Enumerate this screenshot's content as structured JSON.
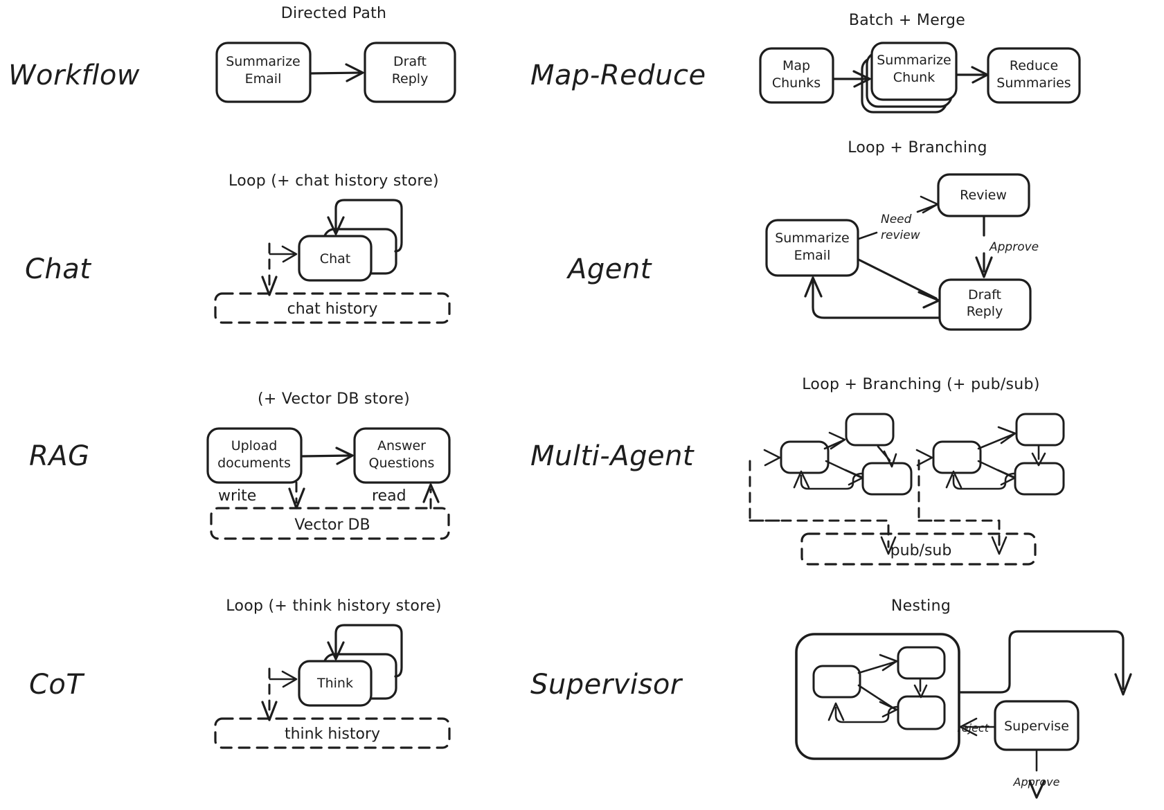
{
  "page": {
    "background": "#ffffff",
    "ink": "#1d1d1d",
    "title_hidden": ""
  },
  "rows": [
    {
      "id": "workflow",
      "label": "Workflow",
      "caption": "Directed Path",
      "nodes": [
        {
          "id": "wf-n1",
          "lines": [
            "Summarize",
            "Email"
          ]
        },
        {
          "id": "wf-n2",
          "lines": [
            "Draft",
            "Reply"
          ]
        }
      ],
      "edges": [
        {
          "from": "wf-n1",
          "to": "wf-n2",
          "label": ""
        }
      ],
      "stores": []
    },
    {
      "id": "map-reduce",
      "label": "Map-Reduce",
      "caption": "Batch + Merge",
      "nodes": [
        {
          "id": "mr-n1",
          "lines": [
            "Map",
            "Chunks"
          ]
        },
        {
          "id": "mr-n2",
          "lines": [
            "Summarize",
            "Chunk"
          ],
          "stacked": true
        },
        {
          "id": "mr-n3",
          "lines": [
            "Reduce",
            "Summaries"
          ]
        }
      ],
      "edges": [
        {
          "from": "mr-n1",
          "to": "mr-n2",
          "label": ""
        },
        {
          "from": "mr-n2",
          "to": "mr-n3",
          "label": ""
        }
      ],
      "stores": []
    },
    {
      "id": "chat",
      "label": "Chat",
      "caption": "Loop (+ chat history store)",
      "nodes": [
        {
          "id": "chat-n1",
          "lines": [
            "Chat"
          ],
          "stacked": true
        }
      ],
      "edges": [
        {
          "from": "chat-n1",
          "to": "chat-n1",
          "label": ""
        }
      ],
      "stores": [
        {
          "id": "chat-store",
          "label": "chat history"
        }
      ]
    },
    {
      "id": "agent",
      "label": "Agent",
      "caption": "Loop + Branching",
      "nodes": [
        {
          "id": "ag-n1",
          "lines": [
            "Summarize",
            "Email"
          ]
        },
        {
          "id": "ag-n2",
          "lines": [
            "Review"
          ]
        },
        {
          "id": "ag-n3",
          "lines": [
            "Draft",
            "Reply"
          ]
        }
      ],
      "edges": [
        {
          "from": "ag-n1",
          "to": "ag-n2",
          "label": "Need review"
        },
        {
          "from": "ag-n2",
          "to": "ag-n3",
          "label": "Approve"
        },
        {
          "from": "ag-n1",
          "to": "ag-n3",
          "label": ""
        },
        {
          "from": "ag-n3",
          "to": "ag-n1",
          "label": ""
        }
      ],
      "stores": []
    },
    {
      "id": "rag",
      "label": "RAG",
      "caption": "(+ Vector DB store)",
      "nodes": [
        {
          "id": "rag-n1",
          "lines": [
            "Upload",
            "documents"
          ]
        },
        {
          "id": "rag-n2",
          "lines": [
            "Answer",
            "Questions"
          ]
        }
      ],
      "edges": [
        {
          "from": "rag-n1",
          "to": "rag-n2",
          "label": ""
        },
        {
          "from": "rag-n1",
          "to": "rag-store",
          "label": "write"
        },
        {
          "from": "rag-store",
          "to": "rag-n2",
          "label": "read"
        }
      ],
      "stores": [
        {
          "id": "rag-store",
          "label": "Vector DB"
        }
      ]
    },
    {
      "id": "multi-agent",
      "label": "Multi-Agent",
      "caption": "Loop + Branching (+ pub/sub)",
      "nodes": [
        {
          "id": "ma-a1",
          "lines": []
        },
        {
          "id": "ma-a2",
          "lines": []
        },
        {
          "id": "ma-a3",
          "lines": []
        },
        {
          "id": "ma-b1",
          "lines": []
        },
        {
          "id": "ma-b2",
          "lines": []
        },
        {
          "id": "ma-b3",
          "lines": []
        }
      ],
      "edges": [],
      "stores": [
        {
          "id": "ma-store",
          "label": "pub/sub"
        }
      ]
    },
    {
      "id": "cot",
      "label": "CoT",
      "caption": "Loop (+ think history store)",
      "nodes": [
        {
          "id": "cot-n1",
          "lines": [
            "Think"
          ],
          "stacked": true
        }
      ],
      "edges": [
        {
          "from": "cot-n1",
          "to": "cot-n1",
          "label": ""
        }
      ],
      "stores": [
        {
          "id": "cot-store",
          "label": "think history"
        }
      ]
    },
    {
      "id": "supervisor",
      "label": "Supervisor",
      "caption": "Nesting",
      "nodes": [
        {
          "id": "sv-in1",
          "lines": []
        },
        {
          "id": "sv-in2",
          "lines": []
        },
        {
          "id": "sv-in3",
          "lines": []
        },
        {
          "id": "sv-n1",
          "lines": [
            "Supervise"
          ]
        }
      ],
      "edges": [
        {
          "from": "sv-group",
          "to": "sv-n1",
          "label": ""
        },
        {
          "from": "sv-n1",
          "to": "sv-group",
          "label": "reject"
        },
        {
          "from": "sv-n1",
          "to": "sv-out",
          "label": "Approve"
        }
      ],
      "stores": []
    }
  ],
  "labels": {
    "workflow": "Workflow",
    "map_reduce": "Map-Reduce",
    "chat": "Chat",
    "agent": "Agent",
    "rag": "RAG",
    "multi_agent": "Multi-Agent",
    "cot": "CoT",
    "supervisor": "Supervisor"
  },
  "captions": {
    "directed_path": "Directed Path",
    "batch_merge": "Batch + Merge",
    "loop_chat": "Loop (+ chat history store)",
    "loop_branching": "Loop + Branching",
    "vector_db": "(+ Vector DB store)",
    "loop_branching_pubsub": "Loop + Branching (+ pub/sub)",
    "loop_think": "Loop (+ think history store)",
    "nesting": "Nesting"
  },
  "nodes": {
    "summarize_email_a": [
      "Summarize",
      "Email"
    ],
    "draft_reply_a": [
      "Draft",
      "Reply"
    ],
    "map_chunks": [
      "Map",
      "Chunks"
    ],
    "summarize_chunk": [
      "Summarize",
      "Chunk"
    ],
    "reduce_summaries": [
      "Reduce",
      "Summaries"
    ],
    "chat": "Chat",
    "summarize_email_b": [
      "Summarize",
      "Email"
    ],
    "review": "Review",
    "draft_reply_b": [
      "Draft",
      "Reply"
    ],
    "upload_documents": [
      "Upload",
      "documents"
    ],
    "answer_questions": [
      "Answer",
      "Questions"
    ],
    "think": "Think",
    "supervise": "Supervise"
  },
  "stores": {
    "chat_history": "chat history",
    "vector_db": "Vector DB",
    "pubsub": "pub/sub",
    "think_history": "think history"
  },
  "edge_labels": {
    "need": "Need",
    "review": "review",
    "approve_agent": "Approve",
    "write": "write",
    "read": "read",
    "reject": "reject",
    "approve_supervisor": "Approve"
  }
}
